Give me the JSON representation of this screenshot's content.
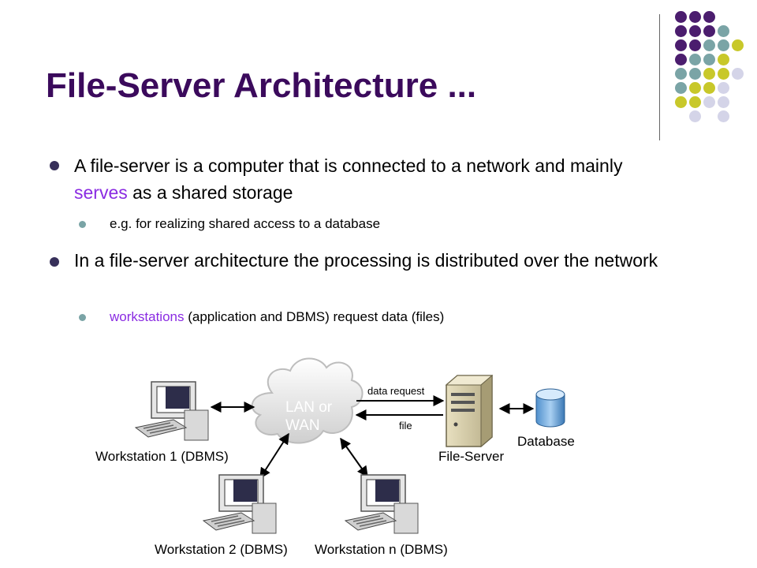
{
  "slide": {
    "title": "File-Server Architecture ...",
    "bullets": [
      {
        "parts": [
          " A file-server is a computer that is connected to a network  and mainly ",
          "serves",
          " as a shared storage"
        ],
        "subs": [
          {
            "parts": [
              "e.g. for realizing shared access to a database"
            ]
          }
        ]
      },
      {
        "parts": [
          "In a file-server architecture the processing is distributed over the network"
        ],
        "subs": [
          {
            "parts": [
              "workstations",
              " (application and DBMS) request data (files)"
            ]
          }
        ]
      }
    ]
  },
  "diagram": {
    "cloud_label_line1": "LAN or",
    "cloud_label_line2": "WAN",
    "arrow_request_label": "data request",
    "arrow_file_label": "file",
    "workstation1_label": "Workstation 1 (DBMS)",
    "workstation2_label": "Workstation 2 (DBMS)",
    "workstationn_label": "Workstation n (DBMS)",
    "server_label": "File-Server",
    "database_label": "Database"
  },
  "colors": {
    "title": "#3b0a5c",
    "highlight": "#8a2be2",
    "deco_purple": "#4b1d6e",
    "deco_teal": "#7aa4a6",
    "deco_olive": "#c8c82a",
    "deco_lavender": "#d4d4e8"
  }
}
